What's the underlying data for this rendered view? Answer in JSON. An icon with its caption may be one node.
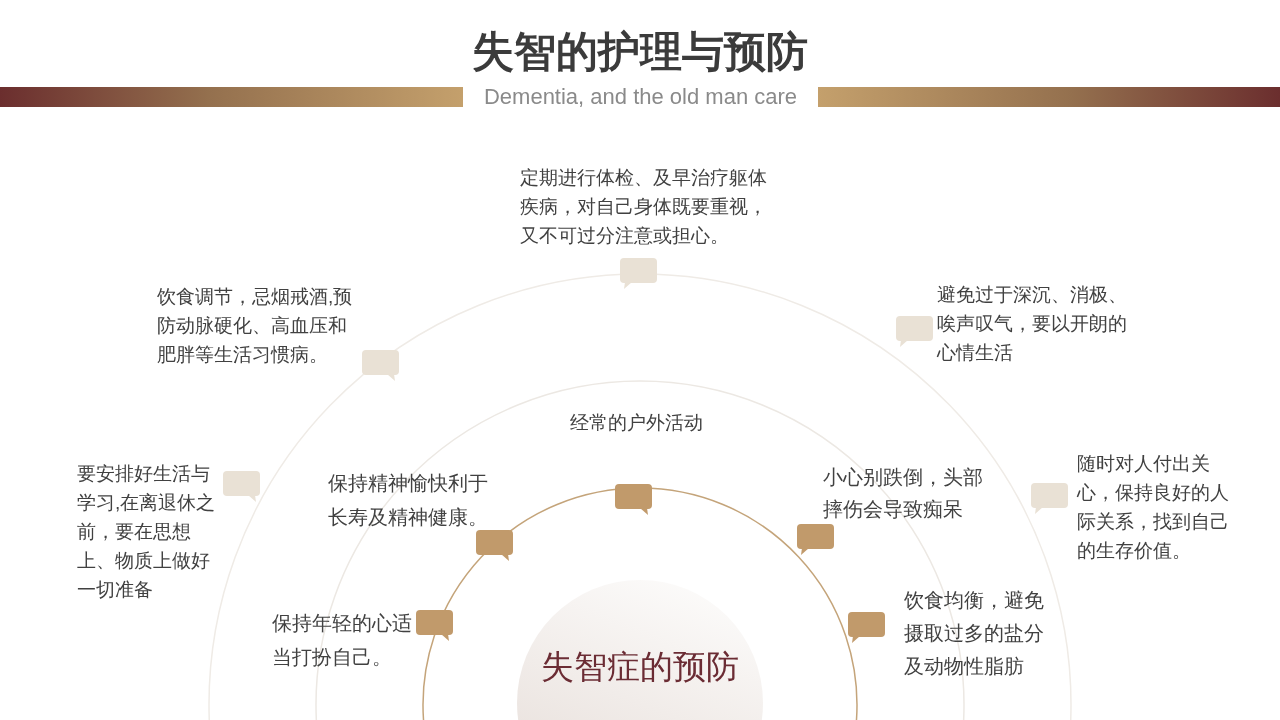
{
  "diagram": {
    "title": "失智的护理与预防",
    "nodes": [
      {
        "text": [
          "失智症的预防"
        ]
      }
    ],
    "labels": [
      "Dementia, and the old man care",
      "定期进行体检、及早治疗躯体疾病，对自己身体既要重视，又不可过分注意或担心。",
      "饮食调节，忌烟戒酒,预防动脉硬化、高血压和肥胖等生活习惯病。",
      "避免过于深沉、消极、唉声叹气，要以开朗的心情生活",
      "经常的户外活动",
      "随时对人付出关心，保持良好的人际关系，找到自己的生存价值。",
      "要安排好生活与学习,在离退休之前，要在思想上、物质上做好一切准备",
      "保持精神愉快利于长寿及精神健康。",
      "小心别跌倒，头部摔伤会导致痴呆",
      "饮食均衡，避免摄取过多的盐分及动物性脂肪",
      "保持年轻的心适当打扮自己。"
    ]
  }
}
